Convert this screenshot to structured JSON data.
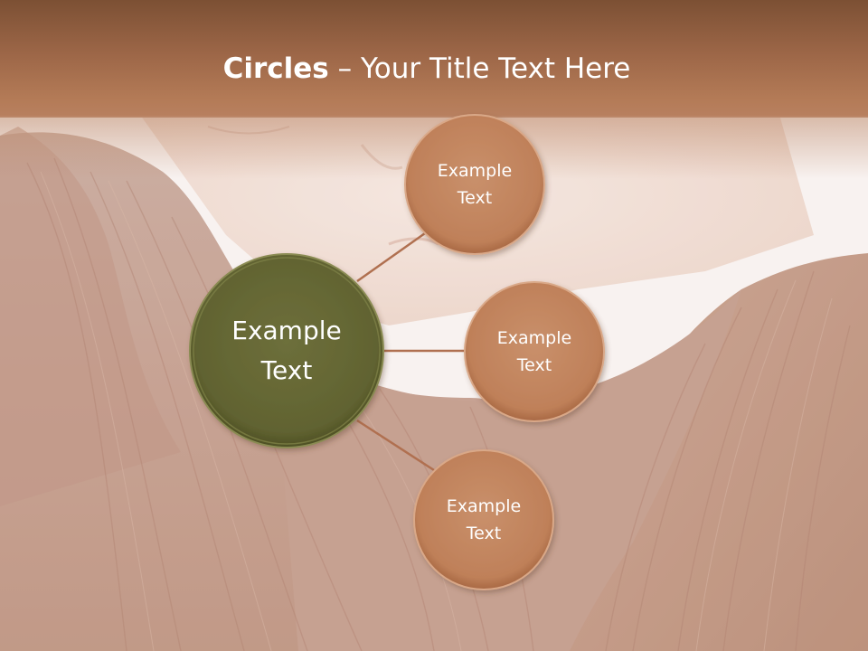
{
  "slide": {
    "title_bold": "Circles",
    "title_rest": " – Your Title Text Here"
  },
  "diagram": {
    "center": {
      "line1": "Example",
      "line2": "Text",
      "color": "#626433"
    },
    "satellites": [
      {
        "line1": "Example",
        "line2": "Text",
        "color": "#c0825c"
      },
      {
        "line1": "Example",
        "line2": "Text",
        "color": "#c0825c"
      },
      {
        "line1": "Example",
        "line2": "Text",
        "color": "#c0825c"
      }
    ],
    "connector_color": "#b07050"
  },
  "background": {
    "description_icon": "hair-photo",
    "hair_color": "#b07a5e",
    "skin_color": "#f2ddd2"
  }
}
